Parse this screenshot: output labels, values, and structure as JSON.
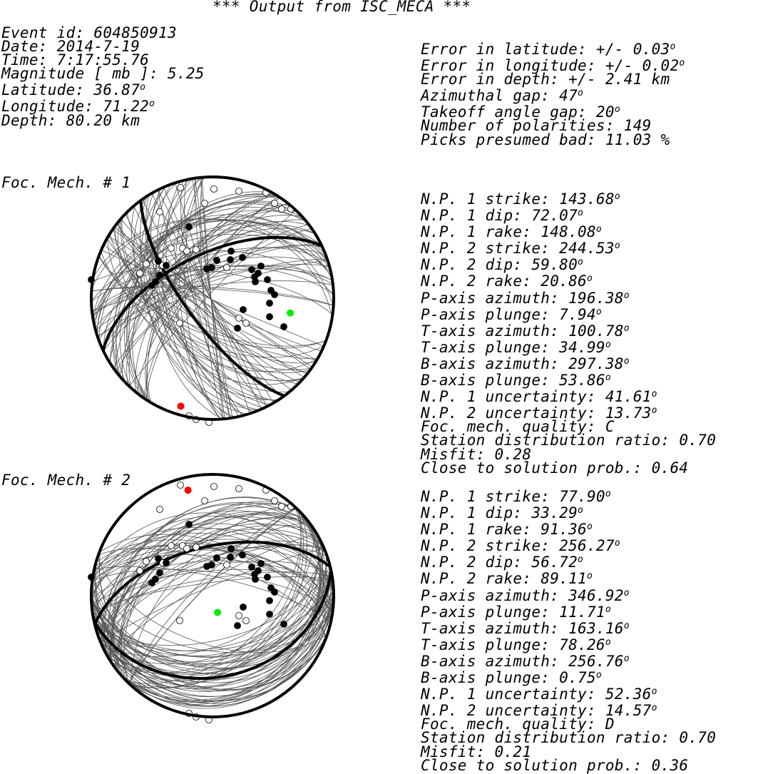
{
  "header": {
    "title": "*** Output from ISC_MECA ***"
  },
  "event_info": [
    "Event id: 604850913",
    "Date: 2014-7-19",
    "Time: 7:17:55.76",
    "Magnitude [ mb ]: 5.25",
    "Latitude: 36.87°",
    "Longitude: 71.22°",
    "Depth: 80.20 km"
  ],
  "error_info": [
    "Error in latitude: +/- 0.03°",
    "Error in longitude: +/- 0.02°",
    "Error in depth: +/- 2.41 km",
    "Azimuthal gap: 47°",
    "Takeoff angle gap: 20°",
    "Number of polarities: 149",
    "Picks presumed bad: 11.03 %"
  ],
  "mechanisms": [
    {
      "label": "Foc. Mech. # 1",
      "strike1": 143.68,
      "dip1": 72.07,
      "strike2": 244.53,
      "dip2": 59.8,
      "p_azimuth": 196.38,
      "p_plunge": 7.94,
      "t_azimuth": 100.78,
      "t_plunge": 34.99,
      "lines": [
        "N.P. 1 strike: 143.68°",
        "N.P. 1 dip: 72.07°",
        "N.P. 1 rake: 148.08°",
        "N.P. 2 strike: 244.53°",
        "N.P. 2 dip: 59.80°",
        "N.P. 2 rake: 20.86°",
        "P-axis azimuth: 196.38°",
        "P-axis plunge: 7.94°",
        "T-axis azimuth: 100.78°",
        "T-axis plunge: 34.99°",
        "B-axis azimuth: 297.38°",
        "B-axis plunge: 53.86°",
        "N.P. 1 uncertainty: 41.61°",
        "N.P. 2 uncertainty: 13.73°",
        "Foc. mech. quality: C",
        "Station distribution ratio: 0.70",
        "Misfit: 0.28",
        "Close to solution prob.: 0.64"
      ]
    },
    {
      "label": "Foc. Mech. # 2",
      "strike1": 77.9,
      "dip1": 33.29,
      "strike2": 256.27,
      "dip2": 56.72,
      "p_azimuth": 346.92,
      "p_plunge": 11.71,
      "t_azimuth": 163.16,
      "t_plunge": 78.26,
      "lines": [
        "N.P. 1 strike: 77.90°",
        "N.P. 1 dip: 33.29°",
        "N.P. 1 rake: 91.36°",
        "N.P. 2 strike: 256.27°",
        "N.P. 2 dip: 56.72°",
        "N.P. 2 rake: 89.11°",
        "P-axis azimuth: 346.92°",
        "P-axis plunge: 11.71°",
        "T-axis azimuth: 163.16°",
        "T-axis plunge: 78.26°",
        "B-axis azimuth: 256.76°",
        "B-axis plunge: 0.75°",
        "N.P. 1 uncertainty: 52.36°",
        "N.P. 2 uncertainty: 14.57°",
        "Foc. mech. quality: D",
        "Station distribution ratio: 0.70",
        "Misfit: 0.21",
        "Close to solution prob.: 0.36"
      ]
    }
  ],
  "colors": {
    "background": "#ffffff",
    "text": "#000000",
    "uncertainty_planes": "#555555",
    "compression": "#000000",
    "dilatation": "#ffffff",
    "p_axis": "#ff0000",
    "t_axis": "#00ee00"
  }
}
